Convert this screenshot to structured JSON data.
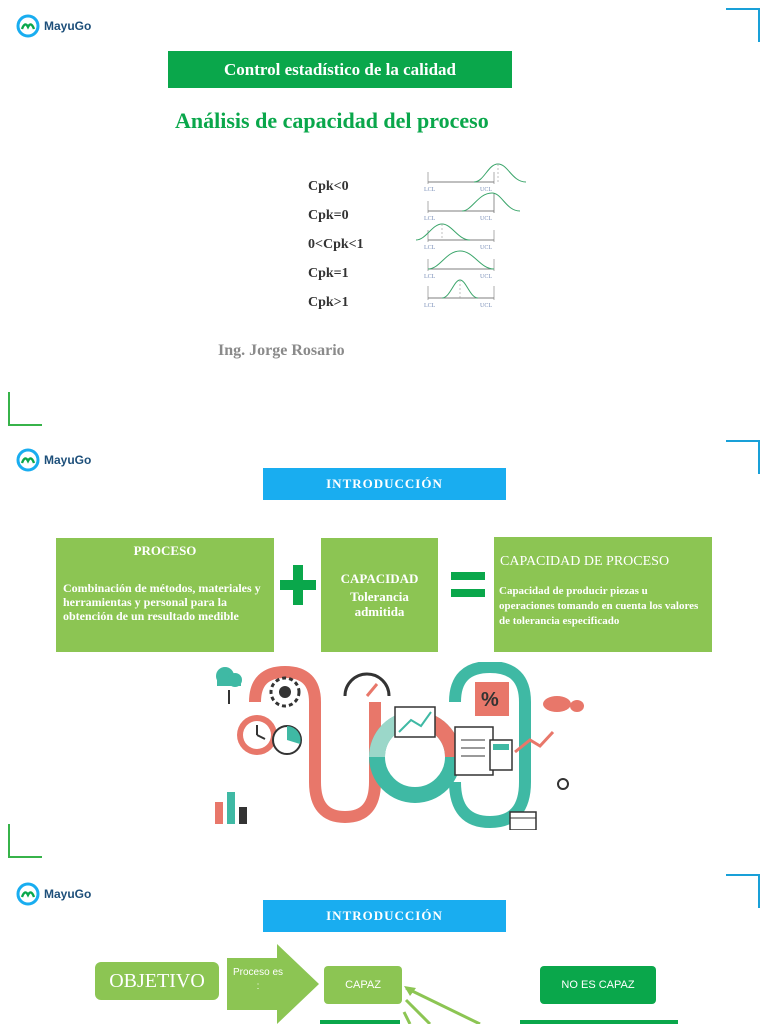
{
  "brand": {
    "name": "MayuGo"
  },
  "colors": {
    "green_dark": "#0aa74b",
    "green_light": "#8cc553",
    "blue": "#19adf0",
    "coral": "#e8776a",
    "teal": "#3fb9a4"
  },
  "slide1": {
    "header": "Control estadístico de la calidad",
    "subtitle": "Análisis de capacidad del proceso",
    "rows": [
      {
        "label": "Cpk<0"
      },
      {
        "label": "Cpk=0"
      },
      {
        "label": "0<Cpk<1"
      },
      {
        "label": "Cpk=1"
      },
      {
        "label": "Cpk>1"
      }
    ],
    "lcl": "LCL",
    "ucl": "UCL",
    "author": "Ing. Jorge Rosario"
  },
  "slide2": {
    "header": "INTRODUCCIÓN",
    "proceso_title": "PROCESO",
    "proceso_text": "Combinación de métodos, materiales y herramientas y personal para la obtención  de un resultado medible",
    "capacidad_title": "CAPACIDAD",
    "capacidad_text": "Tolerancia admitida",
    "capproc_title": "CAPACIDAD DE PROCESO",
    "capproc_text": "Capacidad de producir piezas u operaciones tomando en cuenta los valores      de tolerancia especificado",
    "illustration_icons": [
      "cloud-icon",
      "gear-icon",
      "clock-icon",
      "pie-chart-icon",
      "gauge-icon",
      "bar-chart-icon",
      "document-icon",
      "calculator-icon",
      "world-map-icon",
      "location-pin-icon",
      "percent-icon"
    ]
  },
  "slide3": {
    "header": "INTRODUCCIÓN",
    "objetivo": "OBJETIVO",
    "proceso_es": "Proceso es :",
    "capaz": "CAPAZ",
    "no_capaz": "NO ES CAPAZ"
  }
}
